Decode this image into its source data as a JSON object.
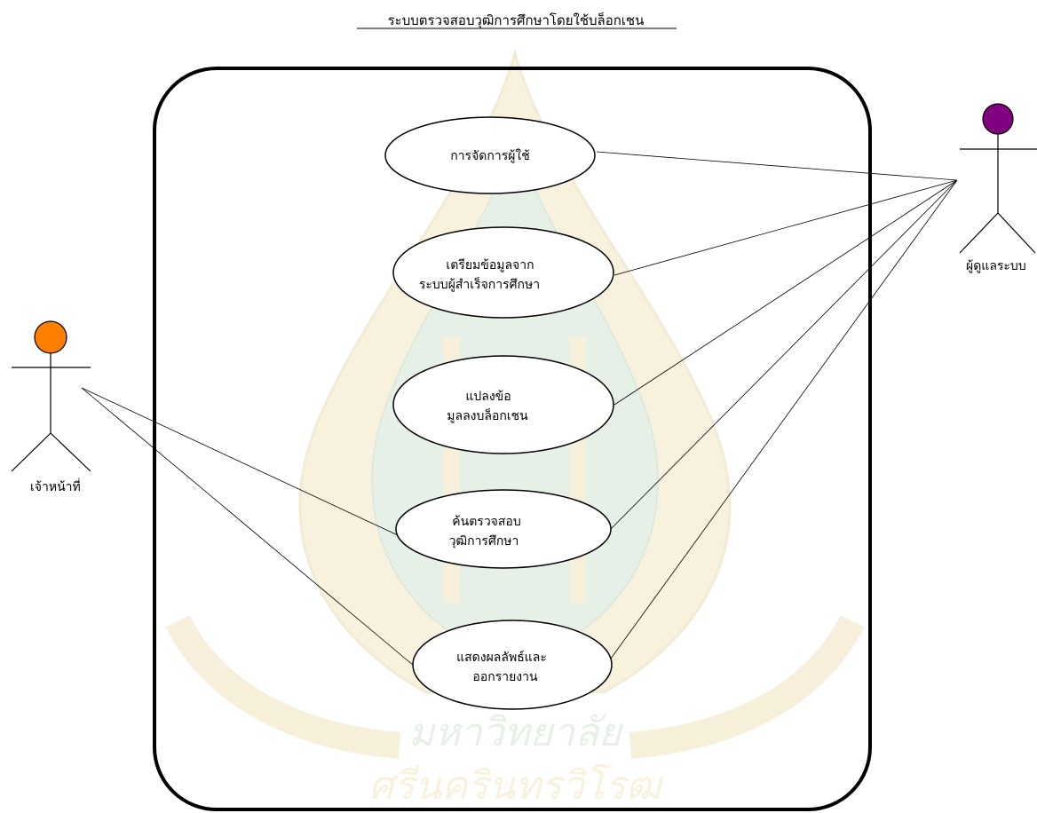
{
  "diagram": {
    "title": "ระบบตรวจสอบวุฒิการศึกษาโดยใช้บล็อกเชน",
    "actors": {
      "admin": {
        "label": "ผู้ดูแลระบบ",
        "color": "#800080"
      },
      "staff": {
        "label": "เจ้าหน้าที่",
        "color": "#ff8000"
      }
    },
    "use_cases": [
      {
        "lines": [
          "การจัดการผู้ใช้"
        ]
      },
      {
        "lines": [
          "เตรียมข้อมูลจาก",
          "ระบบผู้สำเร็จการศึกษา"
        ]
      },
      {
        "lines": [
          "แปลงข้อ",
          "มูลลงบล็อกเชน"
        ]
      },
      {
        "lines": [
          "ค้นตรวจสอบ",
          "วุฒิการศึกษา"
        ]
      },
      {
        "lines": [
          "แสดงผลลัพธ์และ",
          "ออกรายงาน"
        ]
      }
    ],
    "watermark": {
      "text_line1": "มหาวิทยาลัย",
      "text_line2": "ศรีนครินทรวิโรฒ",
      "gold": "#e0c36a",
      "green": "#8fbf8f"
    }
  }
}
